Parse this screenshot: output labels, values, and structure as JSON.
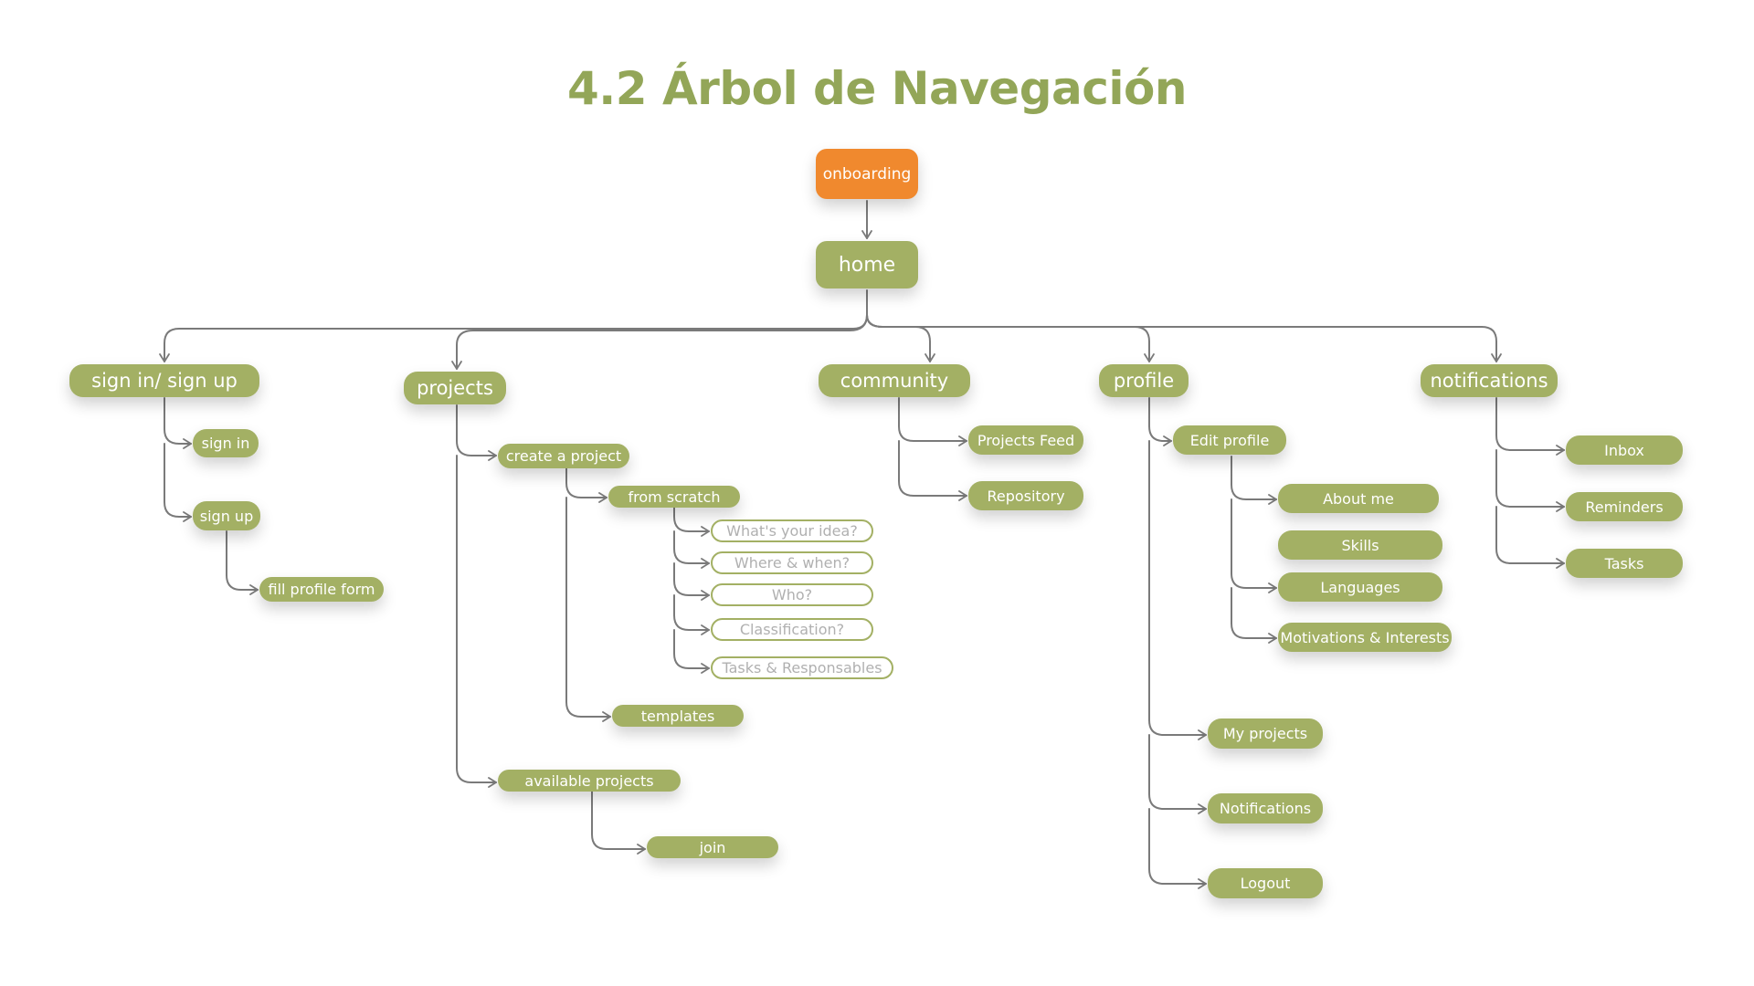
{
  "title": "4.2 Árbol de Navegación",
  "colors": {
    "title": "#93a658",
    "node": "#a3b064",
    "root": "#f0892e",
    "connector": "#7a7a7a",
    "outline_text": "#b0b0b0"
  },
  "nodes": {
    "onboarding": "onboarding",
    "home": "home",
    "sign_in_sign_up": "sign in/ sign up",
    "sign_in": "sign in",
    "sign_up": "sign up",
    "fill_profile_form": "fill profile form",
    "projects": "projects",
    "create_a_project": "create a project",
    "from_scratch": "from scratch",
    "whats_your_idea": "What's your idea?",
    "where_when": "Where & when?",
    "who": "Who?",
    "classification": "Classification?",
    "tasks_responsables": "Tasks & Responsables",
    "templates": "templates",
    "available_projects": "available projects",
    "join": "join",
    "community": "community",
    "projects_feed": "Projects Feed",
    "repository": "Repository",
    "profile": "profile",
    "edit_profile": "Edit profile",
    "about_me": "About me",
    "skills": "Skills",
    "languages": "Languages",
    "motivations_interests": "Motivations & Interests",
    "my_projects": "My projects",
    "profile_notifications": "Notifications",
    "logout": "Logout",
    "notifications": "notifications",
    "inbox": "Inbox",
    "reminders": "Reminders",
    "tasks": "Tasks"
  }
}
